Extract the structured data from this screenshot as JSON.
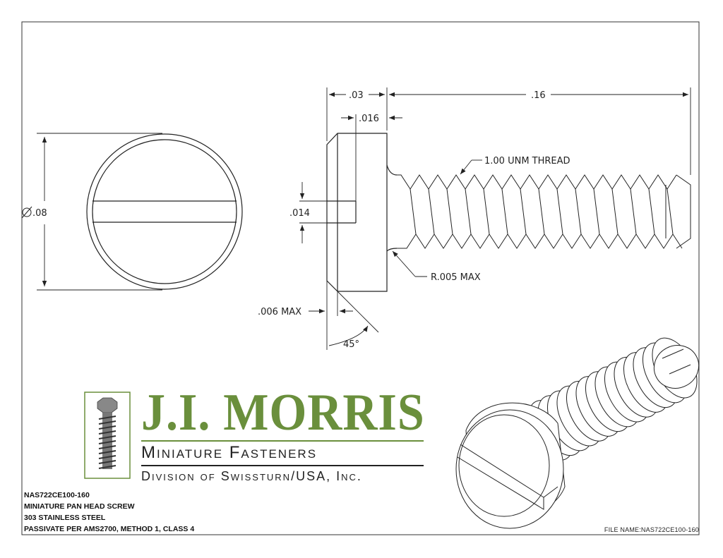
{
  "dimensions": {
    "diameter": ".08",
    "head_height": ".03",
    "slot_depth": ".016",
    "length": ".16",
    "slot_width": ".014",
    "thread": "1.00 UNM THREAD",
    "radius": "R.005 MAX",
    "chamfer": ".006 MAX",
    "angle": "45°"
  },
  "brand": {
    "name": "J.I. MORRIS",
    "line1": "Miniature Fasteners",
    "line2": "Division of Swissturn/USA, Inc."
  },
  "notes": [
    "NAS722CE100-160",
    "MINIATURE PAN HEAD  SCREW",
    "303 STAINLESS STEEL",
    "PASSIVATE PER AMS2700, METHOD 1, CLASS 4"
  ],
  "file_name": "FILE NAME:NAS722CE100-160",
  "colors": {
    "brand_green": "#6a8f3c",
    "line": "#222222"
  }
}
